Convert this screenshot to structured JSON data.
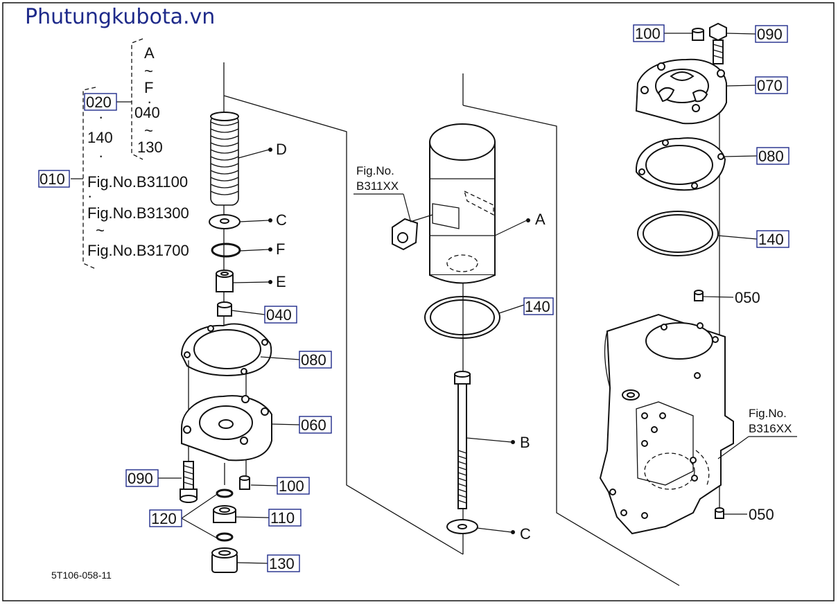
{
  "brand": "Phutungkubota.vn",
  "drawing_code": "5T106-058-11",
  "group": {
    "main_ref": "010",
    "outer_items": [
      "020",
      "·",
      "140",
      "·",
      "Fig.No.B31100",
      "·",
      "Fig.No.B31300",
      "~",
      "Fig.No.B31700"
    ],
    "inner_items": [
      "A",
      "~",
      "F",
      "·",
      "040",
      "~",
      "130"
    ]
  },
  "left_labels": {
    "D": "D",
    "C": "C",
    "F": "F",
    "E": "E",
    "r040": "040",
    "r080": "080",
    "r060": "060",
    "r090": "090",
    "r100": "100",
    "r120": "120",
    "r110": "110",
    "r130": "130"
  },
  "middle_labels": {
    "fig_no": "Fig.No.",
    "fig_ref": "B311XX",
    "A": "A",
    "r140": "140",
    "B": "B",
    "C": "C"
  },
  "right_labels": {
    "r100": "100",
    "r090": "090",
    "r070": "070",
    "r080": "080",
    "r140": "140",
    "r050a": "050",
    "fig_no": "Fig.No.",
    "fig_ref": "B316XX",
    "r050b": "050"
  }
}
